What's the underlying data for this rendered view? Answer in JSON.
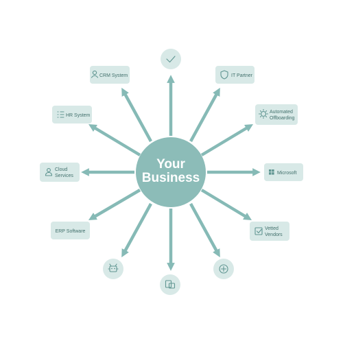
{
  "hub": {
    "line1": "Your",
    "line2": "Business"
  },
  "colors": {
    "hub": "#8cbcb8",
    "arrow": "#86bab6",
    "node_fill": "#d8e9e7",
    "text": "#42706c",
    "icon": "#5f9591"
  },
  "nodes": {
    "top": {
      "icon": "check-icon"
    },
    "crm": {
      "label": "CRM System",
      "icon": "user-icon"
    },
    "it_partner": {
      "label": "IT Partner",
      "icon": "shield-icon"
    },
    "hr": {
      "label": "HR System",
      "icon": "list-icon"
    },
    "offboarding": {
      "line1": "Automated",
      "line2": "Offboarding",
      "icon": "gear-icon"
    },
    "cloud": {
      "line1": "Cloud",
      "line2": "Services",
      "icon": "cloud-user-icon"
    },
    "microsoft": {
      "label": "Microsoft",
      "icon": "windows-icon"
    },
    "erp": {
      "label": "ERP Software"
    },
    "vendors": {
      "line1": "Vetted",
      "line2": "Vendors",
      "icon": "checkbox-icon"
    },
    "bottom_left": {
      "icon": "robot-icon"
    },
    "bottom": {
      "icon": "devices-icon"
    },
    "bottom_right": {
      "icon": "plus-circle-icon"
    }
  }
}
